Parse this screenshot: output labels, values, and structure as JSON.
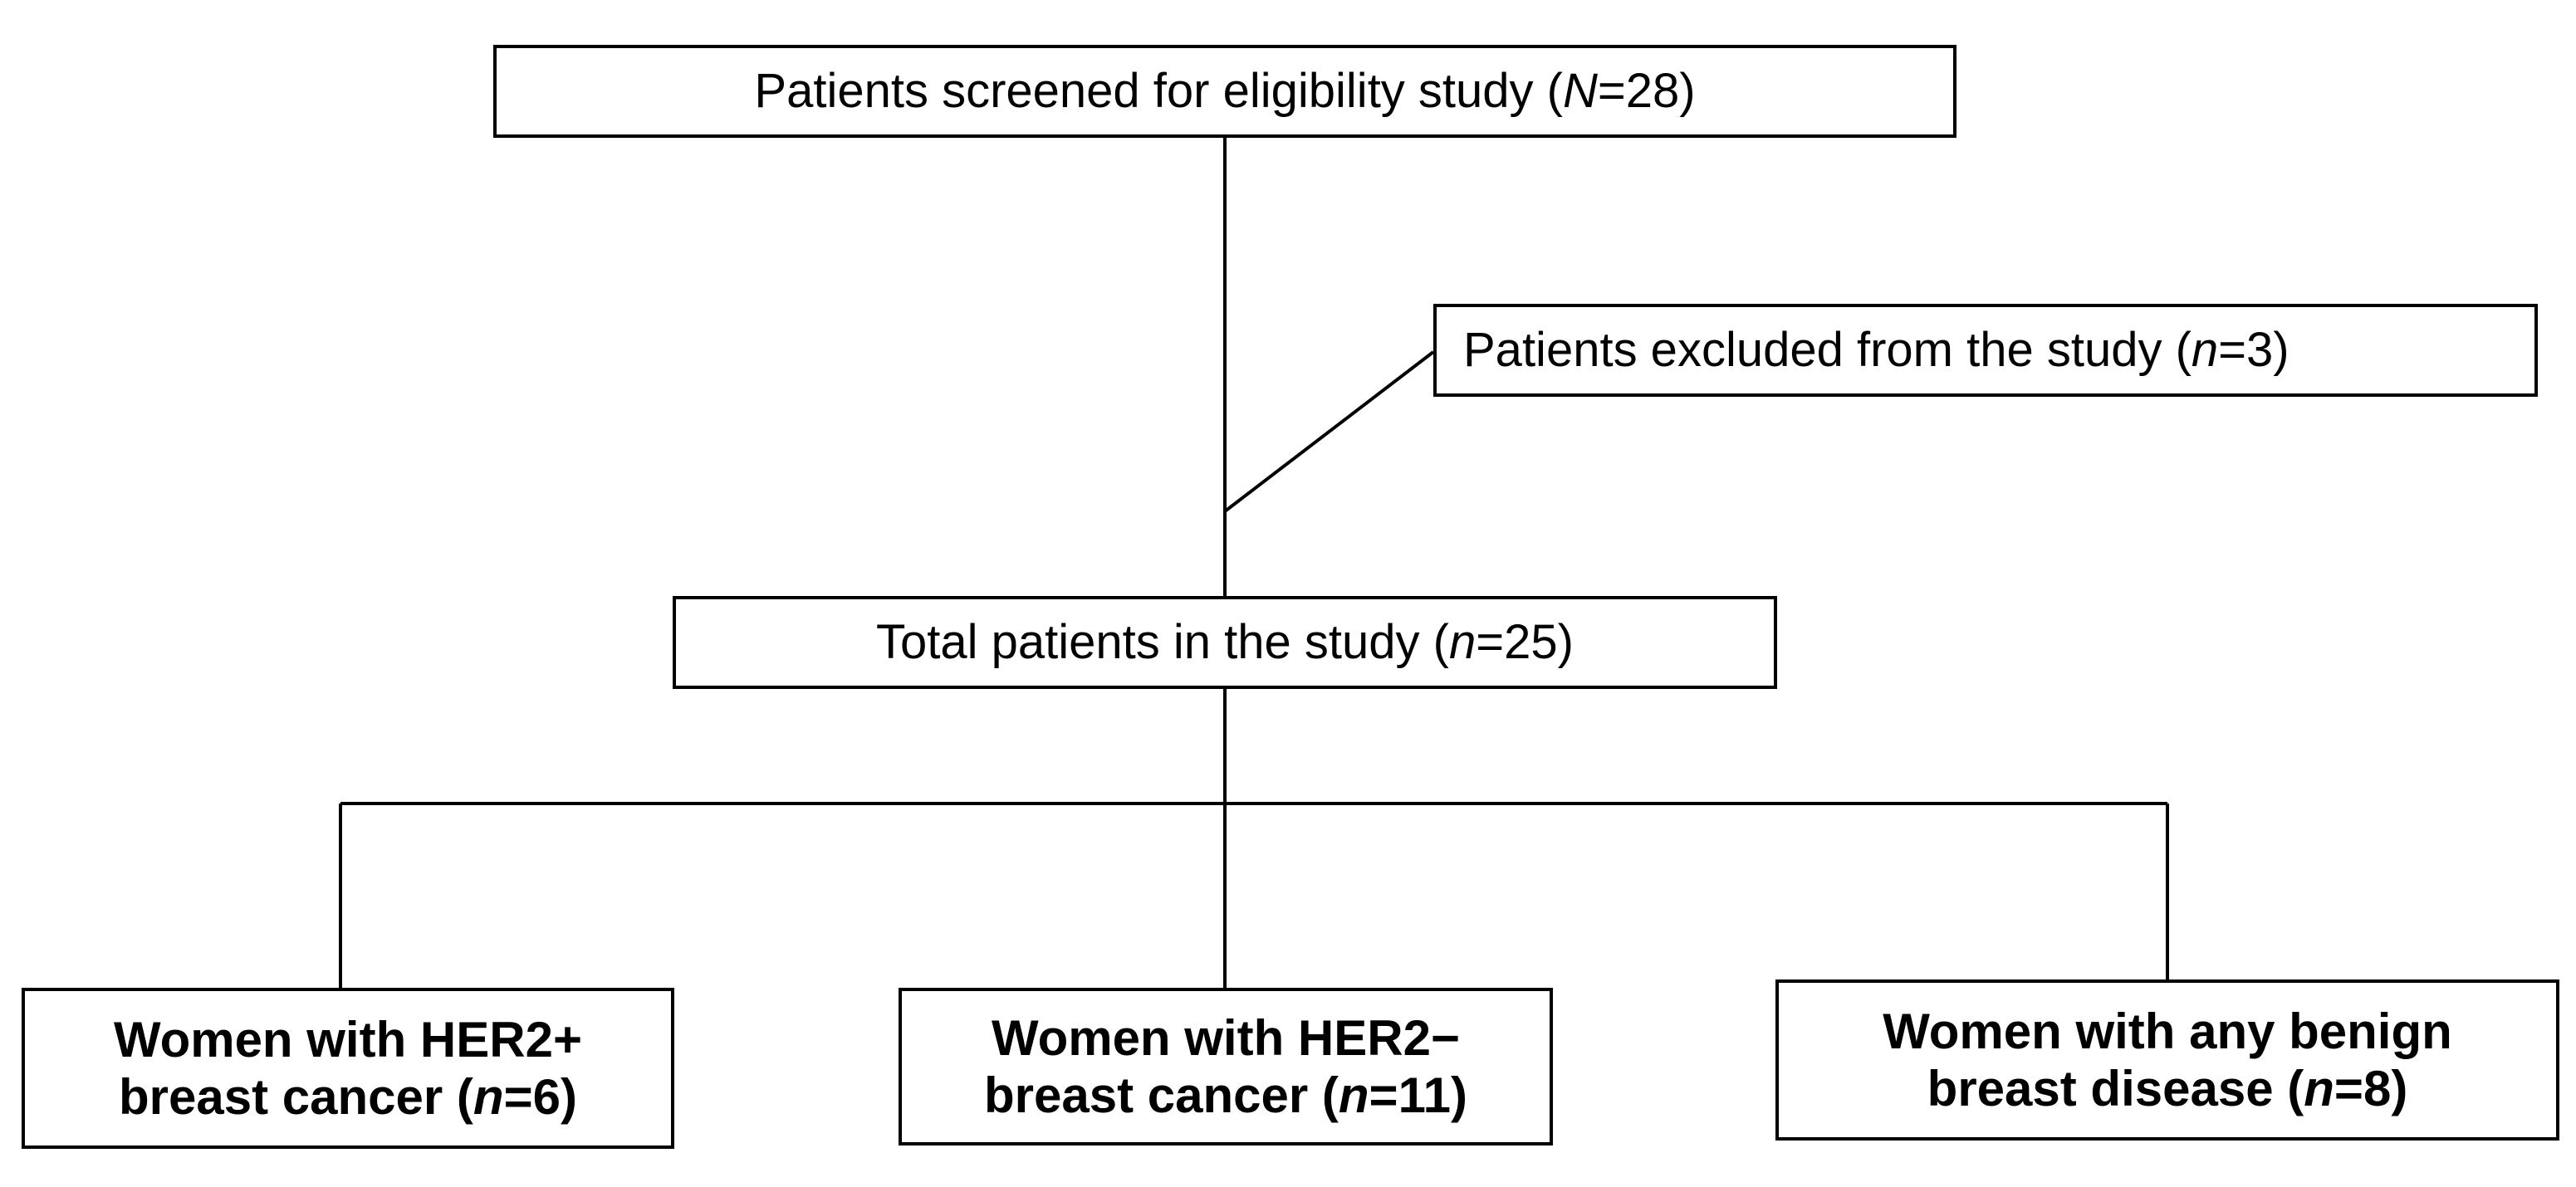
{
  "flowchart": {
    "screened": {
      "text": "Patients screened for eligibility study (",
      "var": "N",
      "count": "=28)"
    },
    "excluded": {
      "text": "Patients excluded from the study (",
      "var": "n",
      "count": "=3)"
    },
    "total": {
      "text": "Total patients in the study (",
      "var": "n",
      "count": "=25)"
    },
    "groups": [
      {
        "line1": "Women with HER2+",
        "line2_text": "breast cancer (",
        "var": "n",
        "count": "=6)"
      },
      {
        "line1": "Women with HER2−",
        "line2_text": "breast cancer (",
        "var": "n",
        "count": "=11)"
      },
      {
        "line1": "Women with any benign",
        "line2_text": "breast disease (",
        "var": "n",
        "count": "=8)"
      }
    ]
  },
  "colors": {
    "line": "#000000",
    "background": "#ffffff"
  }
}
